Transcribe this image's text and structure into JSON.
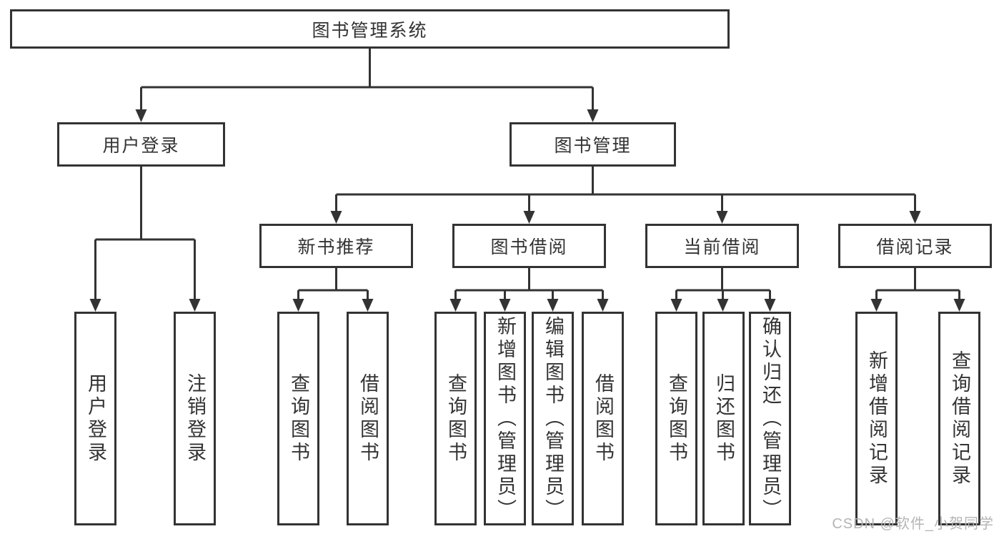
{
  "root": {
    "label": "图书管理系统"
  },
  "branches": [
    {
      "label": "用户登录",
      "leaves": [
        "用户登录",
        "注销登录"
      ]
    },
    {
      "label": "图书管理",
      "groups": [
        {
          "label": "新书推荐",
          "leaves": [
            "查询图书",
            "借阅图书"
          ]
        },
        {
          "label": "图书借阅",
          "leaves": [
            "查询图书",
            "新增图书（管理员）",
            "编辑图书（管理员）",
            "借阅图书"
          ]
        },
        {
          "label": "当前借阅",
          "leaves": [
            "查询图书",
            "归还图书",
            "确认归还（管理员）"
          ]
        },
        {
          "label": "借阅记录",
          "leaves": [
            "新增借阅记录",
            "查询借阅记录"
          ]
        }
      ]
    }
  ],
  "watermark": "CSDN @软件_小贺同学",
  "colors": {
    "line": "#333333",
    "text": "#333333",
    "background": "#ffffff",
    "watermark_text": "#b5b5b5"
  }
}
